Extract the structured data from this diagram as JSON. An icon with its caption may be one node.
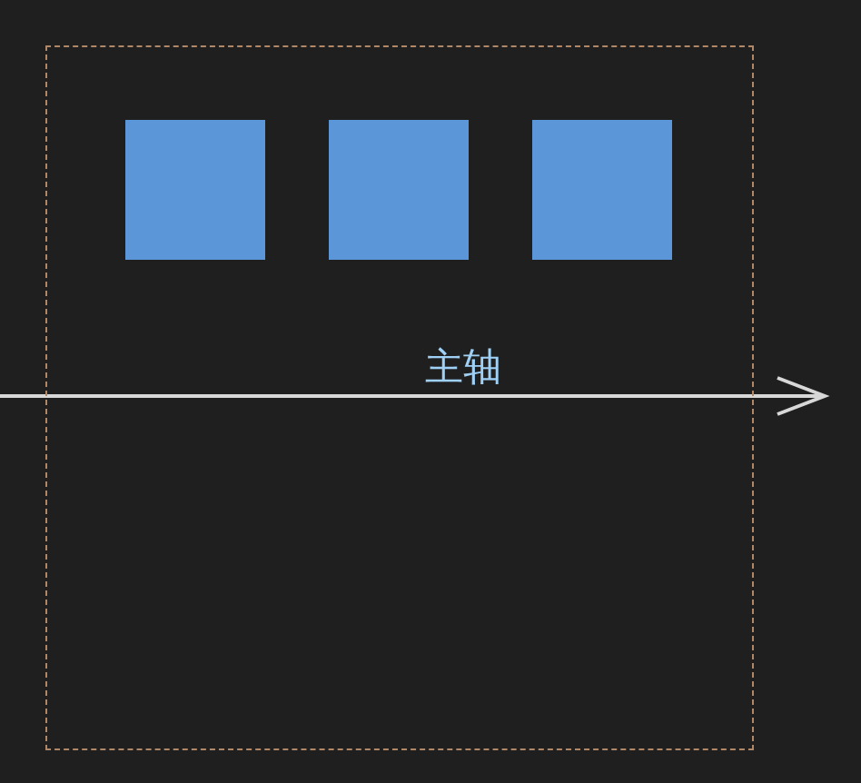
{
  "diagram": {
    "nodes": [
      {
        "text": [],
        "shape": "box"
      },
      {
        "text": [],
        "shape": "box",
        "in": 0
      },
      {
        "text": [],
        "shape": "box",
        "in": 0
      },
      {
        "text": [],
        "shape": "box",
        "in": 0
      }
    ],
    "labels": [
      "主轴"
    ]
  }
}
